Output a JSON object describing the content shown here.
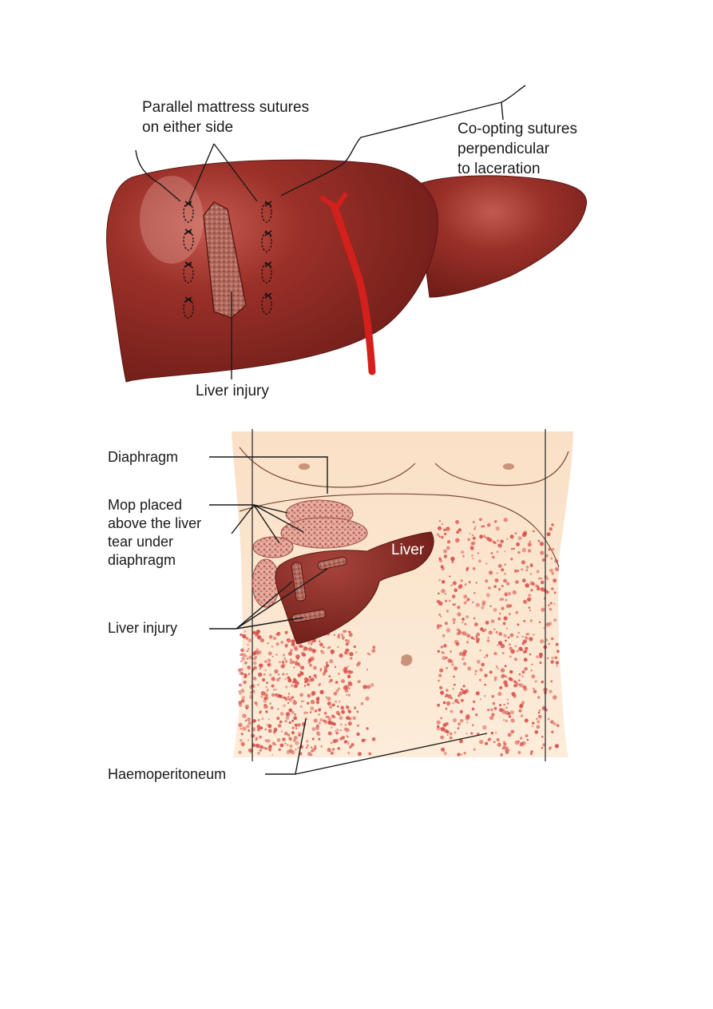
{
  "top_figure": {
    "labels": {
      "parallel_sutures": [
        "Parallel mattress sutures",
        "on either side"
      ],
      "coopting_sutures": [
        "Co-opting sutures",
        "perpendicular",
        "to laceration"
      ],
      "liver_injury": "Liver injury"
    }
  },
  "bottom_figure": {
    "labels": {
      "diaphragm": "Diaphragm",
      "mop": [
        "Mop placed",
        "above the liver",
        "tear under",
        "diaphragm"
      ],
      "liver": "Liver",
      "liver_injury": "Liver injury",
      "haemoperitoneum": "Haemoperitoneum"
    }
  },
  "colors": {
    "liver": "#8e2a24",
    "liver_dark": "#6a1a17",
    "vessel": "#d4201c",
    "skin": "#fbe6cf",
    "blood_speckle": "#d7504a"
  }
}
